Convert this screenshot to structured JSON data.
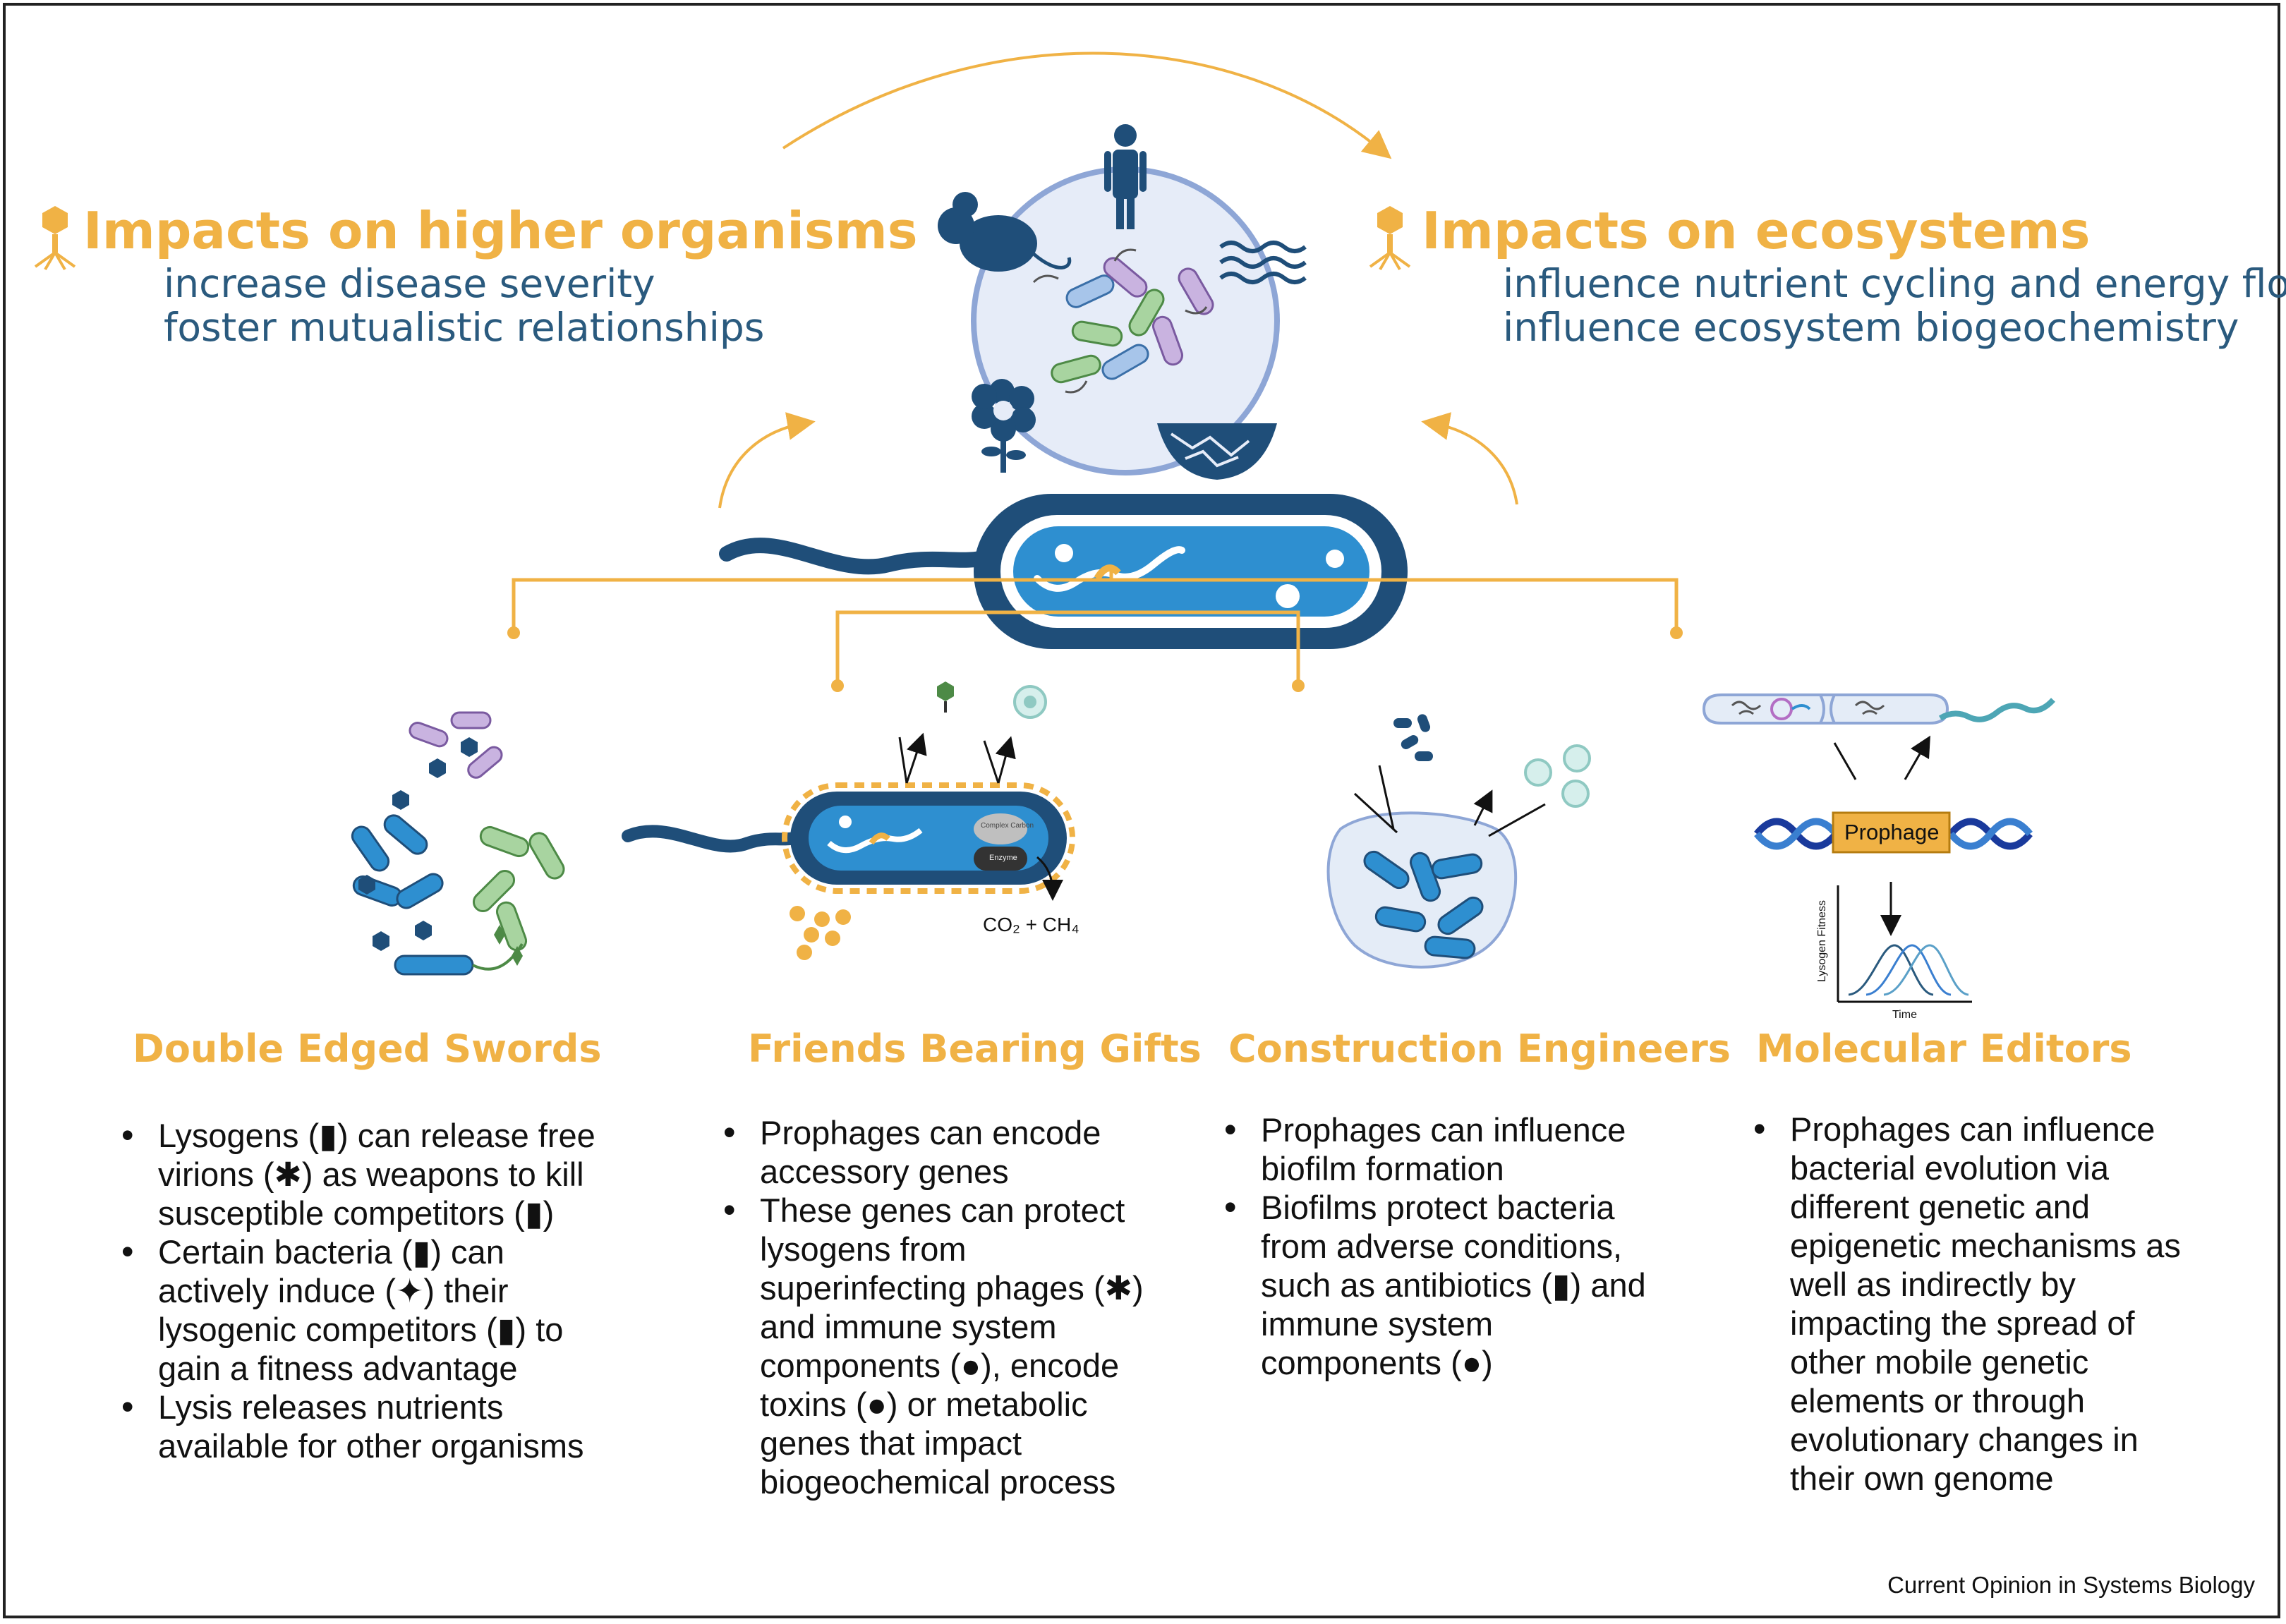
{
  "left_impact": {
    "title": "Impacts on higher organisms",
    "lines": [
      "increase disease severity",
      "foster mutualistic relationships"
    ]
  },
  "right_impact": {
    "title": "Impacts on ecosystems",
    "lines": [
      "influence nutrient cycling and energy flow",
      "influence ecosystem biogeochemistry"
    ]
  },
  "sections": [
    {
      "title": "Double Edged Swords",
      "bullets": [
        "Lysogens (▮) can release free virions (✱) as weapons to kill susceptible competitors (▮)",
        "Certain bacteria (▮) can actively induce (✦) their lysogenic competitors (▮) to gain a fitness advantage",
        "Lysis releases nutrients available for other organisms"
      ]
    },
    {
      "title": "Friends Bearing Gifts",
      "bullets": [
        "Prophages can encode accessory genes",
        "These genes can protect lysogens from superinfecting phages (✱) and immune system components (●), encode toxins (●) or metabolic genes that impact biogeochemical process"
      ]
    },
    {
      "title": "Construction Engineers",
      "bullets": [
        "Prophages can influence biofilm formation",
        "Biofilms protect bacteria from adverse conditions, such as antibiotics (▮) and immune system components (●)"
      ]
    },
    {
      "title": "Molecular Editors",
      "bullets": [
        "Prophages can influence bacterial evolution via different genetic and epigenetic mechanisms as well as indirectly by impacting the spread of other mobile genetic elements or through evolutionary changes in their own genome"
      ]
    }
  ],
  "gifts_labels": {
    "complex_carbon": "Complex Carbon",
    "enzyme": "Enzyme",
    "products": "CO₂ + CH₄"
  },
  "editors_labels": {
    "prophage": "Prophage",
    "y_axis": "Lysogen Fitness",
    "x_axis": "Time"
  },
  "credit": "Current Opinion in Systems Biology",
  "colors": {
    "accent": "#f0b245",
    "text_blue": "#2a5a7e",
    "bacterium_blue": "#2e8fd0",
    "bacterium_dark": "#1f4e79"
  }
}
